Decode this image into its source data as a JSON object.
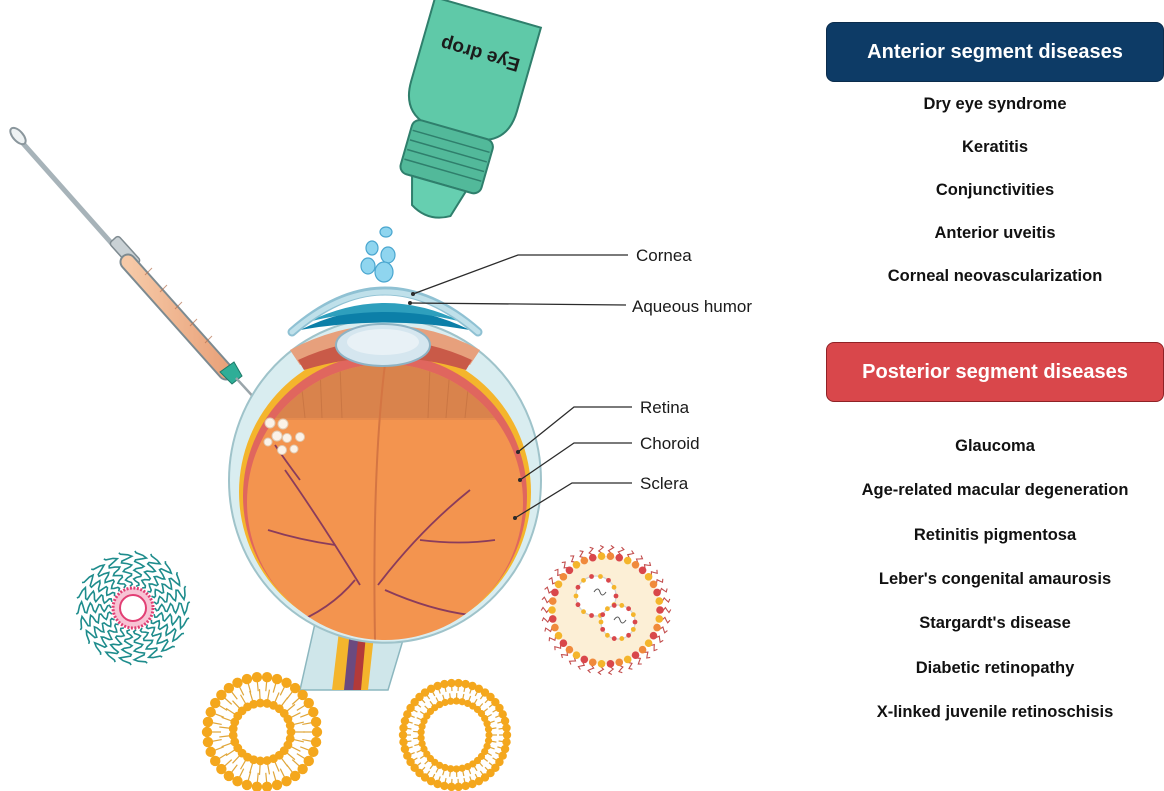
{
  "eye_drop": {
    "label": "Eye drop"
  },
  "labels": {
    "cornea": "Cornea",
    "aqueous_humor": "Aqueous humor",
    "retina": "Retina",
    "choroid": "Choroid",
    "sclera": "Sclera"
  },
  "anterior": {
    "title": "Anterior segment diseases",
    "color": "#0d3b66",
    "items": [
      "Dry eye syndrome",
      "Keratitis",
      "Conjunctivities",
      "Anterior uveitis",
      "Corneal neovascularization"
    ]
  },
  "posterior": {
    "title": "Posterior segment diseases",
    "color": "#d9474b",
    "items": [
      "Glaucoma",
      "Age-related macular degeneration",
      "Retinitis pigmentosa",
      "Leber's congenital amaurosis",
      "Stargardt's disease",
      "Diabetic retinopathy",
      "X-linked juvenile retinoschisis"
    ]
  },
  "colors": {
    "bottle": "#5fc9a8",
    "eye_interior": "#f3944f",
    "sclera": "#cfe6ea",
    "choroid": "#f4b52c",
    "retina": "#e0665e",
    "liposome": "#f4a71d",
    "micelle_shell": "#1e8c8c",
    "micelle_core": "#e23f74"
  }
}
